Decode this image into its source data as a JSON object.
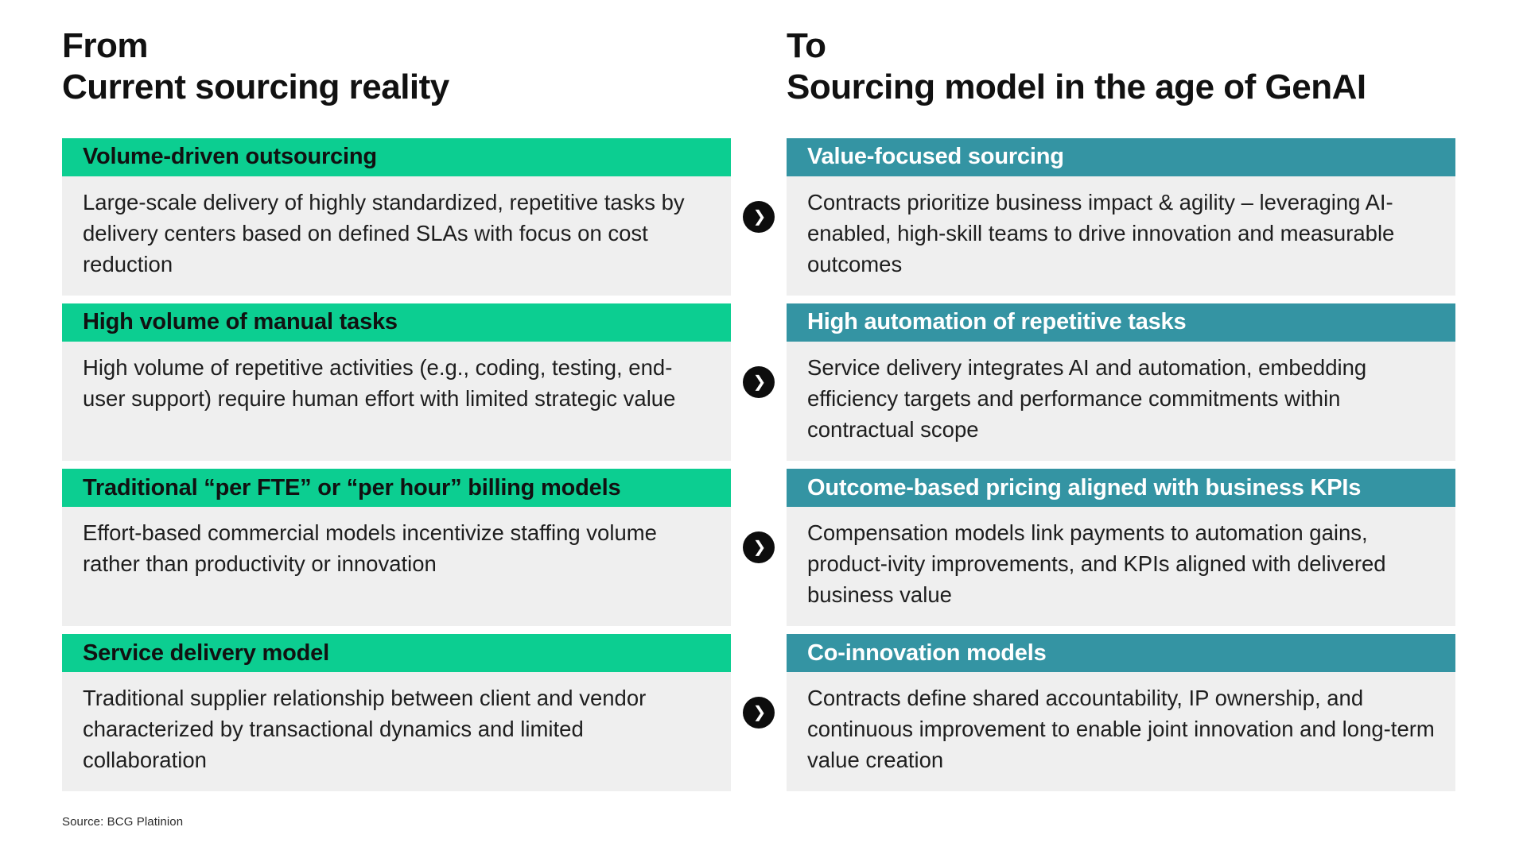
{
  "page": {
    "left_title_kicker": "From",
    "left_title": "Current sourcing reality",
    "right_title_kicker": "To",
    "right_title": "Sourcing model in the age of GenAI",
    "source": "Source: BCG Platinion"
  },
  "colors": {
    "from_header_green": "#0cce91",
    "to_header_teal": "#3494a3",
    "card_body_gray": "#efefef",
    "arrow_black": "#0d0d0d",
    "page_background": "#ffffff"
  },
  "icons": {
    "arrow": "❯"
  },
  "rows": [
    {
      "from": {
        "title": "Volume-driven outsourcing",
        "body": "Large-scale delivery of highly standardized, repetitive tasks by delivery centers based on defined SLAs with focus on cost reduction"
      },
      "to": {
        "title": "Value-focused sourcing",
        "body": "Contracts prioritize business impact & agility – leveraging AI-enabled, high-skill teams to drive innovation and measurable outcomes"
      }
    },
    {
      "from": {
        "title": "High volume of manual tasks",
        "body": "High volume of repetitive activities (e.g., coding, testing, end-user support) require human effort with limited strategic value"
      },
      "to": {
        "title": "High automation of repetitive tasks",
        "body": "Service delivery integrates AI and automation, embedding efficiency targets and performance commitments within contractual scope"
      }
    },
    {
      "from": {
        "title": "Traditional “per FTE” or “per hour” billing models",
        "body": "Effort-based commercial models incentivize staffing volume rather than productivity or innovation"
      },
      "to": {
        "title": "Outcome-based pricing aligned with business KPIs",
        "body": "Compensation models link payments to automation gains, product-ivity improvements, and KPIs aligned with delivered business value"
      }
    },
    {
      "from": {
        "title": "Service delivery model",
        "body": "Traditional supplier relationship between client and vendor characterized by transactional dynamics and limited collaboration"
      },
      "to": {
        "title": "Co-innovation models",
        "body": "Contracts define shared accountability, IP ownership, and continuous improvement to enable joint innovation and long-term value creation"
      }
    }
  ]
}
